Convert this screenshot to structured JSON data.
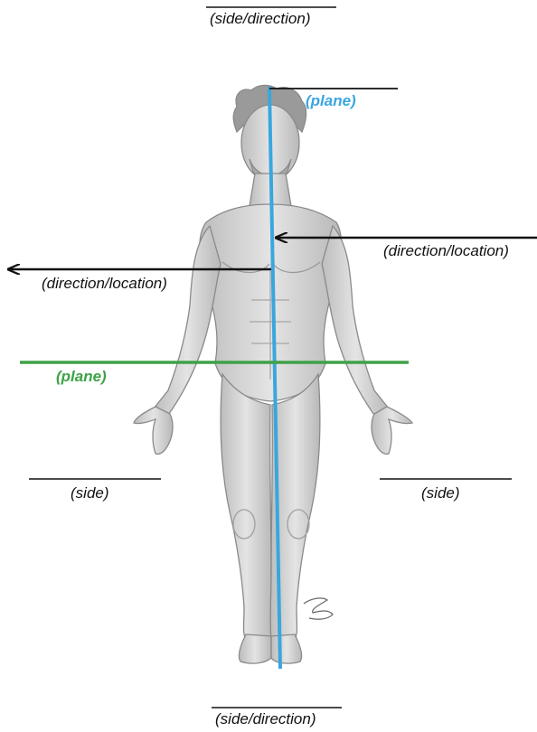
{
  "labels": {
    "top_side_direction": "(side/direction)",
    "bottom_side_direction": "(side/direction)",
    "sagittal_plane": "(plane)",
    "transverse_plane": "(plane)",
    "arrow_right_label": "(direction/location)",
    "arrow_left_label": "(direction/location)",
    "left_side": "(side)",
    "right_side": "(side)"
  },
  "colors": {
    "sagittal_plane": "#3aa6de",
    "transverse_plane": "#3fa147",
    "ink": "#111111",
    "figure_shade": "#c9c9c9",
    "figure_outline": "#8a8a8a"
  },
  "figure": {
    "description_icon": "anatomical-human-figure-icon"
  }
}
